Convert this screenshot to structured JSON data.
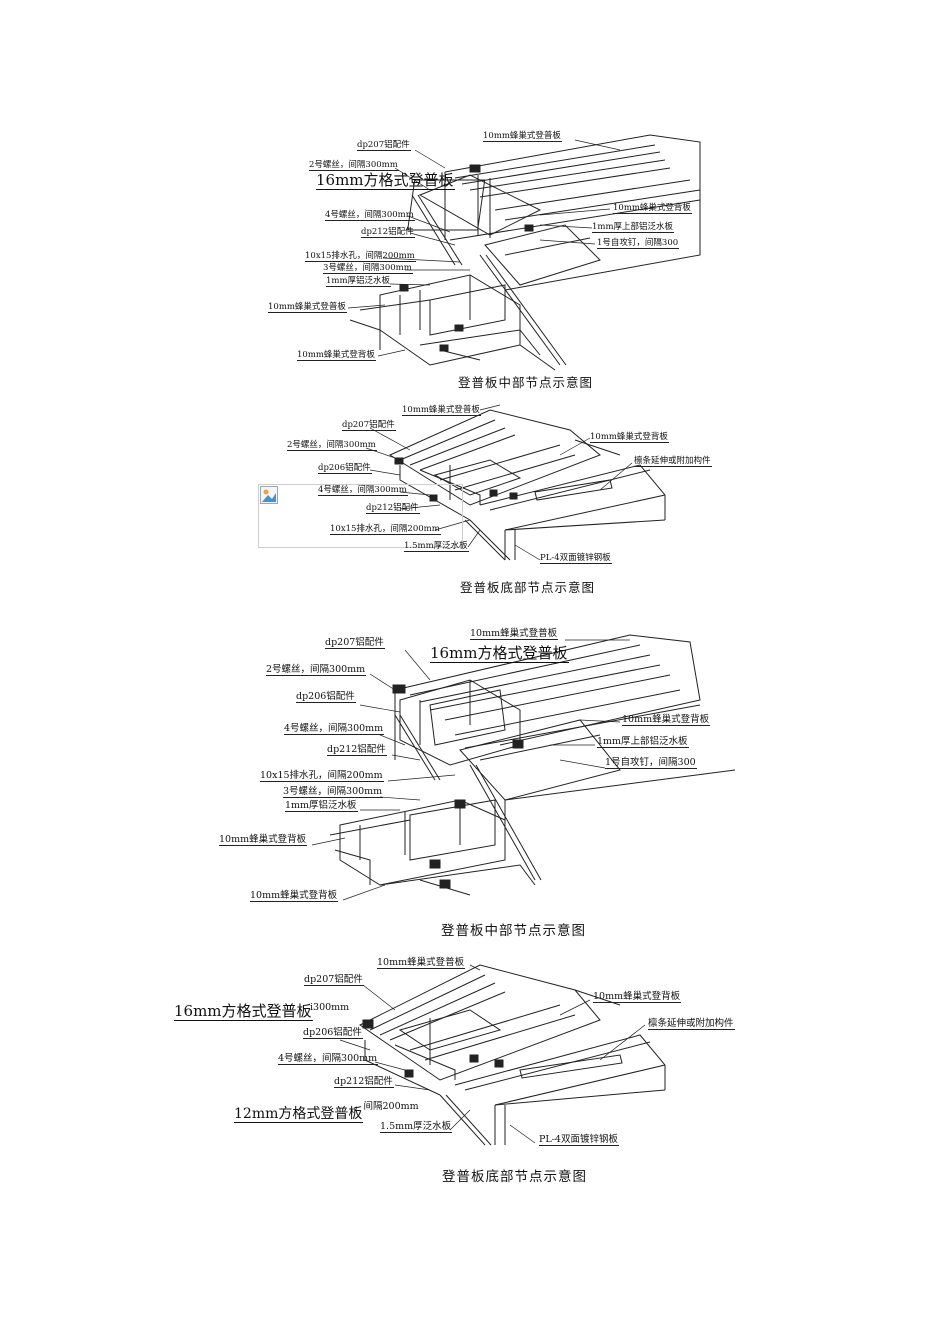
{
  "diagrams": [
    {
      "caption": "登普板中部节点示意图",
      "labels": {
        "top_panel": "10mm蜂巢式登普板",
        "dp207": "dp207铝配件",
        "screw2": "2号螺丝，间隔300mm",
        "overlay": "16mm方格式登普板",
        "screw4": "4号螺丝，间隔300mm",
        "dp212": "dp212铝配件",
        "drain": "10x15排水孔，间隔200mm",
        "screw3": "3号螺丝，间隔300mm",
        "flash1": "1mm厚铝泛水板",
        "left_panel": "10mm蜂巢式登普板",
        "bottom_panel": "10mm蜂巢式登背板",
        "right_panel": "10mm蜂巢式登背板",
        "upper_flash": "1mm厚上部铝泛水板",
        "tapping": "1号自攻钉，间隔300"
      }
    },
    {
      "caption": "登普板底部节点示意图",
      "labels": {
        "top_panel": "10mm蜂巢式登普板",
        "dp207": "dp207铝配件",
        "screw2": "2号螺丝，间隔300mm",
        "dp206": "dp206铝配件",
        "screw4": "4号螺丝，间隔300mm",
        "dp212": "dp212铝配件",
        "drain": "10x15排水孔，间隔200mm",
        "flash15": "1.5mm厚泛水板",
        "right_panel": "10mm蜂巢式登背板",
        "purlin": "檩条延伸或附加构件",
        "pl4": "PL-4双面镀锌钢板"
      }
    },
    {
      "caption": "登普板中部节点示意图",
      "labels": {
        "top_panel": "10mm蜂巢式登普板",
        "dp207": "dp207铝配件",
        "overlay": "16mm方格式登普板",
        "screw2": "2号螺丝，间隔300mm",
        "dp206": "dp206铝配件",
        "screw4": "4号螺丝，间隔300mm",
        "dp212": "dp212铝配件",
        "drain": "10x15排水孔，间隔200mm",
        "screw3": "3号螺丝，间隔300mm",
        "flash1": "1mm厚铝泛水板",
        "left_panel": "10mm蜂巢式登背板",
        "bottom_panel": "10mm蜂巢式登背板",
        "right_panel": "10mm蜂巢式登背板",
        "upper_flash": "1mm厚上部铝泛水板",
        "tapping": "1号自攻钉，间隔300"
      }
    },
    {
      "caption": "登普板底部节点示意图",
      "labels": {
        "top_panel": "10mm蜂巢式登普板",
        "dp207": "dp207铝配件",
        "overlay16": "16mm方格式登普板",
        "overlay16_tail": "i300mm",
        "dp206": "dp206铝配件",
        "screw4": "4号螺丝，间隔300mm",
        "dp212": "dp212铝配件",
        "overlay12": "12mm方格式登普板",
        "drain_tail": "，间隔200mm",
        "flash15": "1.5mm厚泛水板",
        "right_panel": "10mm蜂巢式登背板",
        "purlin": "檩条延伸或附加构件",
        "pl4": "PL-4双面镀锌钢板"
      }
    }
  ]
}
